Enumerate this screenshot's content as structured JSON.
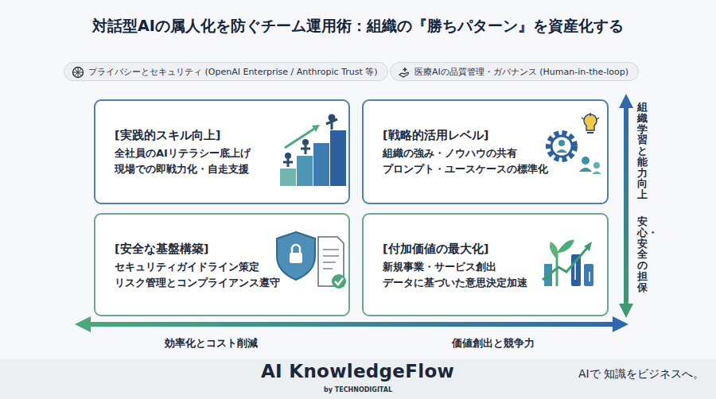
{
  "diagram": {
    "title": "対話型AIの属人化を防ぐチーム運用術：組織の『勝ちパターン』を資産化する",
    "nodes": [
      {
        "text": [
          "プライバシーとセキュリティ (OpenAI Enterprise / Anthropic Trust 等)"
        ]
      },
      {
        "text": [
          "医療AIの品質管理・ガバナンス (Human-in-the-loop)"
        ]
      },
      {
        "text": [
          "[実践的スキル向上]",
          "全社員のAIリテラシー底上げ 現場での即戦力化・自走支援"
        ]
      },
      {
        "text": [
          "[戦略的活用レベル]",
          "組織の強み・ノウハウの共有 プロンプト・ユースケースの標準化"
        ]
      },
      {
        "text": [
          "[安全な基盤構築]",
          "セキュリティガイドライン策定 リスク管理とコンプライアンス遵守"
        ]
      },
      {
        "text": [
          "[付加価値の最大化]",
          "新規事業・サービス創出 データに基づいた意思決定加速"
        ]
      }
    ],
    "labels": [
      "組織学習と能力向上",
      "安心・安全の担保",
      "効率化とコスト削減",
      "価値創出と競争力",
      "AI KnowledgeFlow",
      "by TECHNODIGITAL",
      "AIで 知識をビジネスへ。"
    ]
  }
}
